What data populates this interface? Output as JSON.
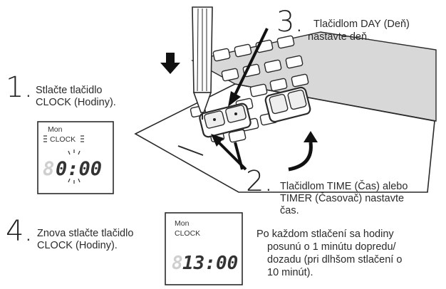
{
  "steps": [
    {
      "number": "1.",
      "lines": [
        "Stlačte tlačidlo",
        "CLOCK (Hodiny)."
      ]
    },
    {
      "number": "2.",
      "lines": [
        "Tlačidlom TIME (Čas) alebo",
        "TIMER (Časovač) nastavte",
        "čas."
      ]
    },
    {
      "number": "3.",
      "lines": [
        "Tlačidlom DAY (Deň)",
        "nastavte deň."
      ]
    },
    {
      "number": "4.",
      "lines": [
        "Znova stlačte tlačidlo",
        "CLOCK (Hodiny)."
      ]
    }
  ],
  "note": {
    "lines": [
      "Po každom stlačení sa hodiny",
      "posunú o 1 minútu dopredu/",
      "dozadu (pri dlhšom stlačení o",
      "10 minút)."
    ]
  },
  "display1": {
    "day": "Mon",
    "label": "CLOCK",
    "ghost_digit": "8",
    "time": "0:00"
  },
  "display2": {
    "day": "Mon",
    "label": "CLOCK",
    "ghost_digit": "8",
    "time": "13:00"
  }
}
